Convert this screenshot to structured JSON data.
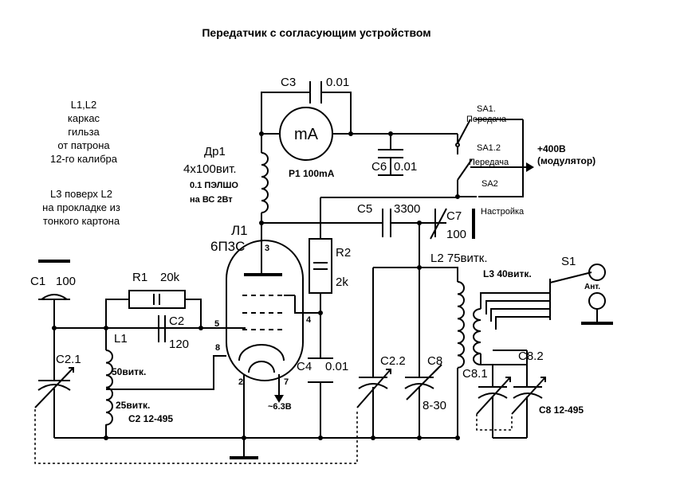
{
  "title": "Передатчик с согласующим устройством",
  "notes": {
    "coil_lines": [
      "L1,L2",
      "каркас",
      "гильза",
      "от патрона",
      "12-го калибра"
    ],
    "l3_lines": [
      "L3 поверх L2",
      "на прокладке из",
      "тонкого картона"
    ]
  },
  "components": {
    "c3": {
      "name": "C3",
      "value": "0.01"
    },
    "meter": {
      "symbol": "mA",
      "label": "P1 100mA"
    },
    "c6": {
      "name": "C6",
      "value": "0.01"
    },
    "dr1": {
      "name": "Др1",
      "turns": "4x100вит.",
      "wire": "0.1 ПЭЛШО",
      "form": "на ВС 2Вт"
    },
    "sa1_1": {
      "name": "SA1.",
      "mode": "Передача"
    },
    "sa1_2": {
      "name": "SA1.2",
      "mode": "Передача"
    },
    "sa2": {
      "name": "SA2",
      "mode": "Настройка"
    },
    "supply": {
      "voltage": "+400В",
      "source": "(модулятор)"
    },
    "c5": {
      "name": "C5",
      "value": "3300"
    },
    "c7": {
      "name": "C7",
      "value": "100"
    },
    "tube": {
      "name": "Л1",
      "type": "6П3С"
    },
    "r2": {
      "name": "R2",
      "value": "2k"
    },
    "l2": {
      "label": "L2 75витк."
    },
    "s1": {
      "name": "S1"
    },
    "l3": {
      "label": "L3 40витк."
    },
    "ant": {
      "label": "Ант."
    },
    "c1": {
      "name": "C1",
      "value": "100"
    },
    "r1": {
      "name": "R1",
      "value": "20k"
    },
    "c2": {
      "name": "C2",
      "value": "120"
    },
    "l1": {
      "name": "L1",
      "turns_50": "50витк.",
      "turns_25": "25витк."
    },
    "c2_range": {
      "label": "C2 12-495"
    },
    "c2_1": {
      "name": "C2.1"
    },
    "c4": {
      "name": "C4",
      "value": "0.01"
    },
    "heater": {
      "label": "~6.3В"
    },
    "c2_2": {
      "name": "C2.2"
    },
    "c8": {
      "name": "C8",
      "range": "8-30"
    },
    "c8_1": {
      "name": "C8.1"
    },
    "c8_2": {
      "name": "C8.2"
    },
    "c8_range": {
      "label": "C8 12-495"
    }
  },
  "pins": [
    "3",
    "5",
    "4",
    "8",
    "2",
    "7"
  ]
}
